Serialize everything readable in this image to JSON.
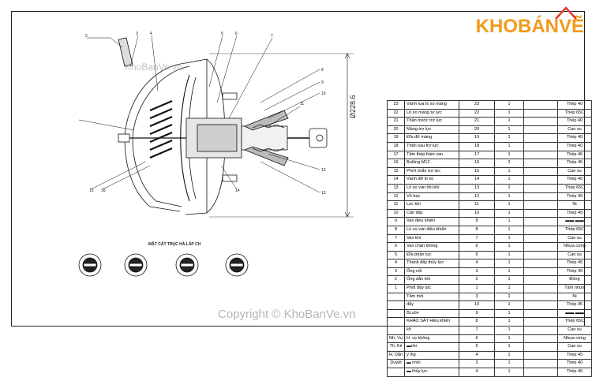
{
  "logo": {
    "part1": "KHO",
    "part2": "BÁNVẼ"
  },
  "watermark_top": "KhoBanVe.vn",
  "watermark_bottom": "Copyright © KhoBanVe.vn",
  "dimension": "Ø228.6",
  "section_label": "MẶT CẮT TRỤC HÀ LẮP CH",
  "callouts": [
    "2",
    "3",
    "4",
    "5",
    "6",
    "7",
    "8",
    "9",
    "10",
    "11",
    "12",
    "13",
    "14",
    "15",
    "16"
  ],
  "bom_rows": [
    [
      "23",
      "Vành lựa lò xo màng",
      "23",
      "1",
      "",
      "Thép 40"
    ],
    [
      "22",
      "Lò xo màng tư lực",
      "22",
      "1",
      "",
      "Thép 65C"
    ],
    [
      "21",
      "Thân trước trợ lực",
      "21",
      "1",
      "",
      "Thép 40"
    ],
    [
      "20",
      "Màng trợ lực",
      "20",
      "1",
      "",
      "Cao su"
    ],
    [
      "19",
      "Đĩa đỡ màng",
      "19",
      "1",
      "",
      "Thép 40"
    ],
    [
      "18",
      "Thân sau trợ lực",
      "18",
      "1",
      "",
      "Thép 40"
    ],
    [
      "17",
      "Tấm thép bám van",
      "17",
      "1",
      "",
      "Thép 45"
    ],
    [
      "16",
      "Bulông M12",
      "16",
      "2",
      "",
      "Thép 45"
    ],
    [
      "15",
      "Phớt chắn trợ lực",
      "15",
      "1",
      "",
      "Cao su"
    ],
    [
      "14",
      "Vành đỡ lò xo",
      "14",
      "1",
      "",
      "Thép 40"
    ],
    [
      "13",
      "Lò xo van hồi khí",
      "13",
      "2",
      "",
      "Thép 65C"
    ],
    [
      "12",
      "Vỏ bọc",
      "12",
      "1",
      "",
      "Thép 40"
    ],
    [
      "11",
      "Lọc khí",
      "11",
      "1",
      "",
      "Ni"
    ],
    [
      "10",
      "Cần đẩy",
      "10",
      "1",
      "",
      "Thép 45"
    ],
    [
      "9",
      "Van điều khiển",
      "9",
      "1",
      "",
      "▬▬ ▬▬"
    ],
    [
      "8",
      "Lò xo van điều khiển",
      "8",
      "1",
      "",
      "Thép 65C"
    ],
    [
      "7",
      "Van khí",
      "7",
      "1",
      "",
      "Cao su"
    ],
    [
      "6",
      "Van chân không",
      "6",
      "1",
      "",
      "Nhựa cứng"
    ],
    [
      "5",
      "Đĩa phản lực",
      "5",
      "1",
      "",
      "Cao su"
    ],
    [
      "4",
      "Thanh đẩy thủy lực",
      "4",
      "1",
      "",
      "Thép 45"
    ],
    [
      "3",
      "Ống nối",
      "3",
      "1",
      "",
      "Thép 40"
    ],
    [
      "2",
      "Ống dẫn khí",
      "2",
      "1",
      "",
      "Đồng"
    ],
    [
      "1",
      "Phốt đầy lực",
      "1",
      "1",
      "",
      "Tấm nhựa"
    ],
    [
      "",
      "Tấm mỏi",
      "3",
      "1",
      "",
      "Ni"
    ],
    [
      "",
      "đẩy",
      "10",
      "1",
      "",
      "Thép 45"
    ],
    [
      "",
      "Bl.uồn",
      "9",
      "1",
      "",
      "▬▬ ▬▬"
    ],
    [
      "",
      "KHẢO SÁT Hiệu khiển",
      "8",
      "1",
      "",
      "Thép 65C"
    ],
    [
      "",
      "kh",
      "7",
      "1",
      "",
      "Cao su"
    ],
    [
      "Nh. Vụ",
      "H. vọ không",
      "6",
      "1",
      "",
      "Nhựa cứng"
    ],
    [
      "Th. Kế",
      "▬nhi",
      "5",
      "1",
      "",
      "Cao su"
    ],
    [
      "H. Dẫn",
      "y lhg",
      "4",
      "1",
      "",
      "Thép 45"
    ],
    [
      "Duyệt",
      "▬ nnối",
      "3",
      "1",
      "",
      "Thép 40"
    ],
    [
      "",
      "▬ thủy lực",
      "4",
      "1",
      "",
      "Thép 40"
    ]
  ]
}
